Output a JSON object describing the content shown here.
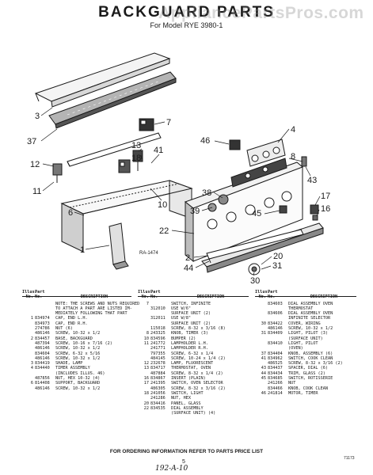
{
  "watermark": "AppliancePartsPros.com",
  "header": {
    "title": "BACKGUARD PARTS",
    "subtitle": "For Model RYE 3980-1"
  },
  "diagram": {
    "ref_code": "RA-1474",
    "callouts": [
      "3",
      "37",
      "12",
      "11",
      "6",
      "1",
      "7",
      "13",
      "18",
      "41",
      "10",
      "46",
      "4",
      "8",
      "43",
      "45",
      "38",
      "39",
      "22",
      "17",
      "16",
      "2",
      "44",
      "20",
      "31",
      "30"
    ]
  },
  "columns": [
    {
      "headers": [
        "Illus.",
        "No.",
        "Part",
        "No.",
        "DESCRIPTION"
      ],
      "rows": [
        {
          "n": "",
          "p": "",
          "d": "NOTE: THE SCREWS AND NUTS REQUIRED"
        },
        {
          "n": "",
          "p": "",
          "d": "TO ATTACH A PART ARE LISTED IM-"
        },
        {
          "n": "",
          "p": "",
          "d": "MEDIATELY FOLLOWING THAT PART"
        },
        {
          "n": "1",
          "p": "834974",
          "d": "CAP, END L.H."
        },
        {
          "n": "",
          "p": "834973",
          "d": "CAP, END R.H."
        },
        {
          "n": "",
          "p": "274786",
          "d": "NUT (6)"
        },
        {
          "n": "",
          "p": "486146",
          "d": "SCREW, 10-32 x 1/2"
        },
        {
          "n": "2",
          "p": "834457",
          "d": "BASE, BACKGUARD"
        },
        {
          "n": "",
          "p": "487394",
          "d": "SCREW, 10-16 x 7/16 (2)"
        },
        {
          "n": "",
          "p": "486146",
          "d": "SCREW, 10-32 x 1/2"
        },
        {
          "n": "",
          "p": "834604",
          "d": "SCREW, 6-32 x 5/16"
        },
        {
          "n": "",
          "p": "486146",
          "d": "SCREW, 10-32 x 1/2"
        },
        {
          "n": "3",
          "p": "834419",
          "d": "SHADE, LAMP"
        },
        {
          "n": "4",
          "p": "834440",
          "d": "TIMER ASSEMBLY"
        },
        {
          "n": "",
          "p": "",
          "d": "(INCLUDES ILLUS. 46)"
        },
        {
          "n": "",
          "p": "487856",
          "d": "NUT, HEX 10-32 (4)"
        },
        {
          "n": "6",
          "p": "814408",
          "d": "SUPPORT, BACKGUARD"
        },
        {
          "n": "",
          "p": "486146",
          "d": "SCREW, 10-32 x 1/2"
        }
      ]
    },
    {
      "headers": [
        "Illus.",
        "No.",
        "Part",
        "No.",
        "DESCRIPTION"
      ],
      "rows": [
        {
          "n": "7",
          "p": "",
          "d": "SWITCH, INFINITE"
        },
        {
          "n": "",
          "p": "312010",
          "d": "USE W/6\""
        },
        {
          "n": "",
          "p": "",
          "d": "SURFACE UNIT (2)"
        },
        {
          "n": "",
          "p": "312011",
          "d": "USE W/8\""
        },
        {
          "n": "",
          "p": "",
          "d": "SURFACE UNIT (2)"
        },
        {
          "n": "",
          "p": "115018",
          "d": "SCREW, 8-32 x 3/16 (8)"
        },
        {
          "n": "8",
          "p": "243325",
          "d": "KNOB, TIMER (3)"
        },
        {
          "n": "10",
          "p": "834596",
          "d": "BUMPER (2)"
        },
        {
          "n": "11",
          "p": "241772",
          "d": "LAMPHOLDER L.H."
        },
        {
          "n": "",
          "p": "241771",
          "d": "LAMPHOLDER R.H."
        },
        {
          "n": "",
          "p": "797355",
          "d": "SCREW, 6-32 x 1/4"
        },
        {
          "n": "",
          "p": "484145",
          "d": "SCREW, 10-24 x 1/4 (2)"
        },
        {
          "n": "12",
          "p": "232678",
          "d": "LAMP, FLUORESCENT"
        },
        {
          "n": "13",
          "p": "834717",
          "d": "THERMOSTAT, OVEN"
        },
        {
          "n": "",
          "p": "487884",
          "d": "SCREW, 8-32 x 1/4 (2)"
        },
        {
          "n": "16",
          "p": "834867",
          "d": "INSERT (PLAIN)"
        },
        {
          "n": "17",
          "p": "241395",
          "d": "SWITCH, OVEN SELECTOR"
        },
        {
          "n": "",
          "p": "486305",
          "d": "SCREW, 8-32 x 3/16 (2)"
        },
        {
          "n": "18",
          "p": "241056",
          "d": "SWITCH, LIGHT"
        },
        {
          "n": "",
          "p": "241286",
          "d": "NUT, HEX"
        },
        {
          "n": "20",
          "p": "834416",
          "d": "PANEL, GLASS"
        },
        {
          "n": "22",
          "p": "834535",
          "d": "DIAL ASSEMBLY"
        },
        {
          "n": "",
          "p": "",
          "d": "(SURFACE UNIT) (4)"
        }
      ]
    },
    {
      "headers": [
        "Illus.",
        "No.",
        "Part",
        "No.",
        "DESCRIPTION"
      ],
      "rows": [
        {
          "n": "",
          "p": "834603",
          "d": "DIAL ASSEMBLY OVEN"
        },
        {
          "n": "",
          "p": "",
          "d": "THERMOSTAT"
        },
        {
          "n": "",
          "p": "834606",
          "d": "DIAL ASSEMBLY OVEN"
        },
        {
          "n": "",
          "p": "",
          "d": "INFINITE SELECTOR"
        },
        {
          "n": "30",
          "p": "834422",
          "d": "COVER, WIRING"
        },
        {
          "n": "",
          "p": "486146",
          "d": "SCREW, 10-32 x 1/2"
        },
        {
          "n": "31",
          "p": "834409",
          "d": "LIGHT, PILOT (3)"
        },
        {
          "n": "",
          "p": "",
          "d": "(SURFACE UNIT)"
        },
        {
          "n": "",
          "p": "834410",
          "d": "LIGHT, PILOT"
        },
        {
          "n": "",
          "p": "",
          "d": "(OVEN)"
        },
        {
          "n": "37",
          "p": "834404",
          "d": "KNOB, ASSEMBLY (6)"
        },
        {
          "n": "41",
          "p": "834962",
          "d": "SWITCH, COOK CLEAN"
        },
        {
          "n": "",
          "p": "486525",
          "d": "SCREW, 8-32 x 3/16 (2)"
        },
        {
          "n": "43",
          "p": "834437",
          "d": "SPACER, DIAL (6)"
        },
        {
          "n": "44",
          "p": "834434",
          "d": "TRIM, GLASS (2)"
        },
        {
          "n": "45",
          "p": "834685",
          "d": "SWITCH, ROTISSERIE"
        },
        {
          "n": "",
          "p": "241266",
          "d": "NUT"
        },
        {
          "n": "",
          "p": "834466",
          "d": "KNOB, COOK CLEAN"
        },
        {
          "n": "46",
          "p": "241814",
          "d": "MOTOR, TIMER"
        }
      ]
    }
  ],
  "footer": {
    "ordering_note": "FOR ORDERING INFORMATION REFER TO PARTS PRICE LIST",
    "page": "5",
    "handwritten": "192-A-10",
    "doc_number": "71173"
  }
}
